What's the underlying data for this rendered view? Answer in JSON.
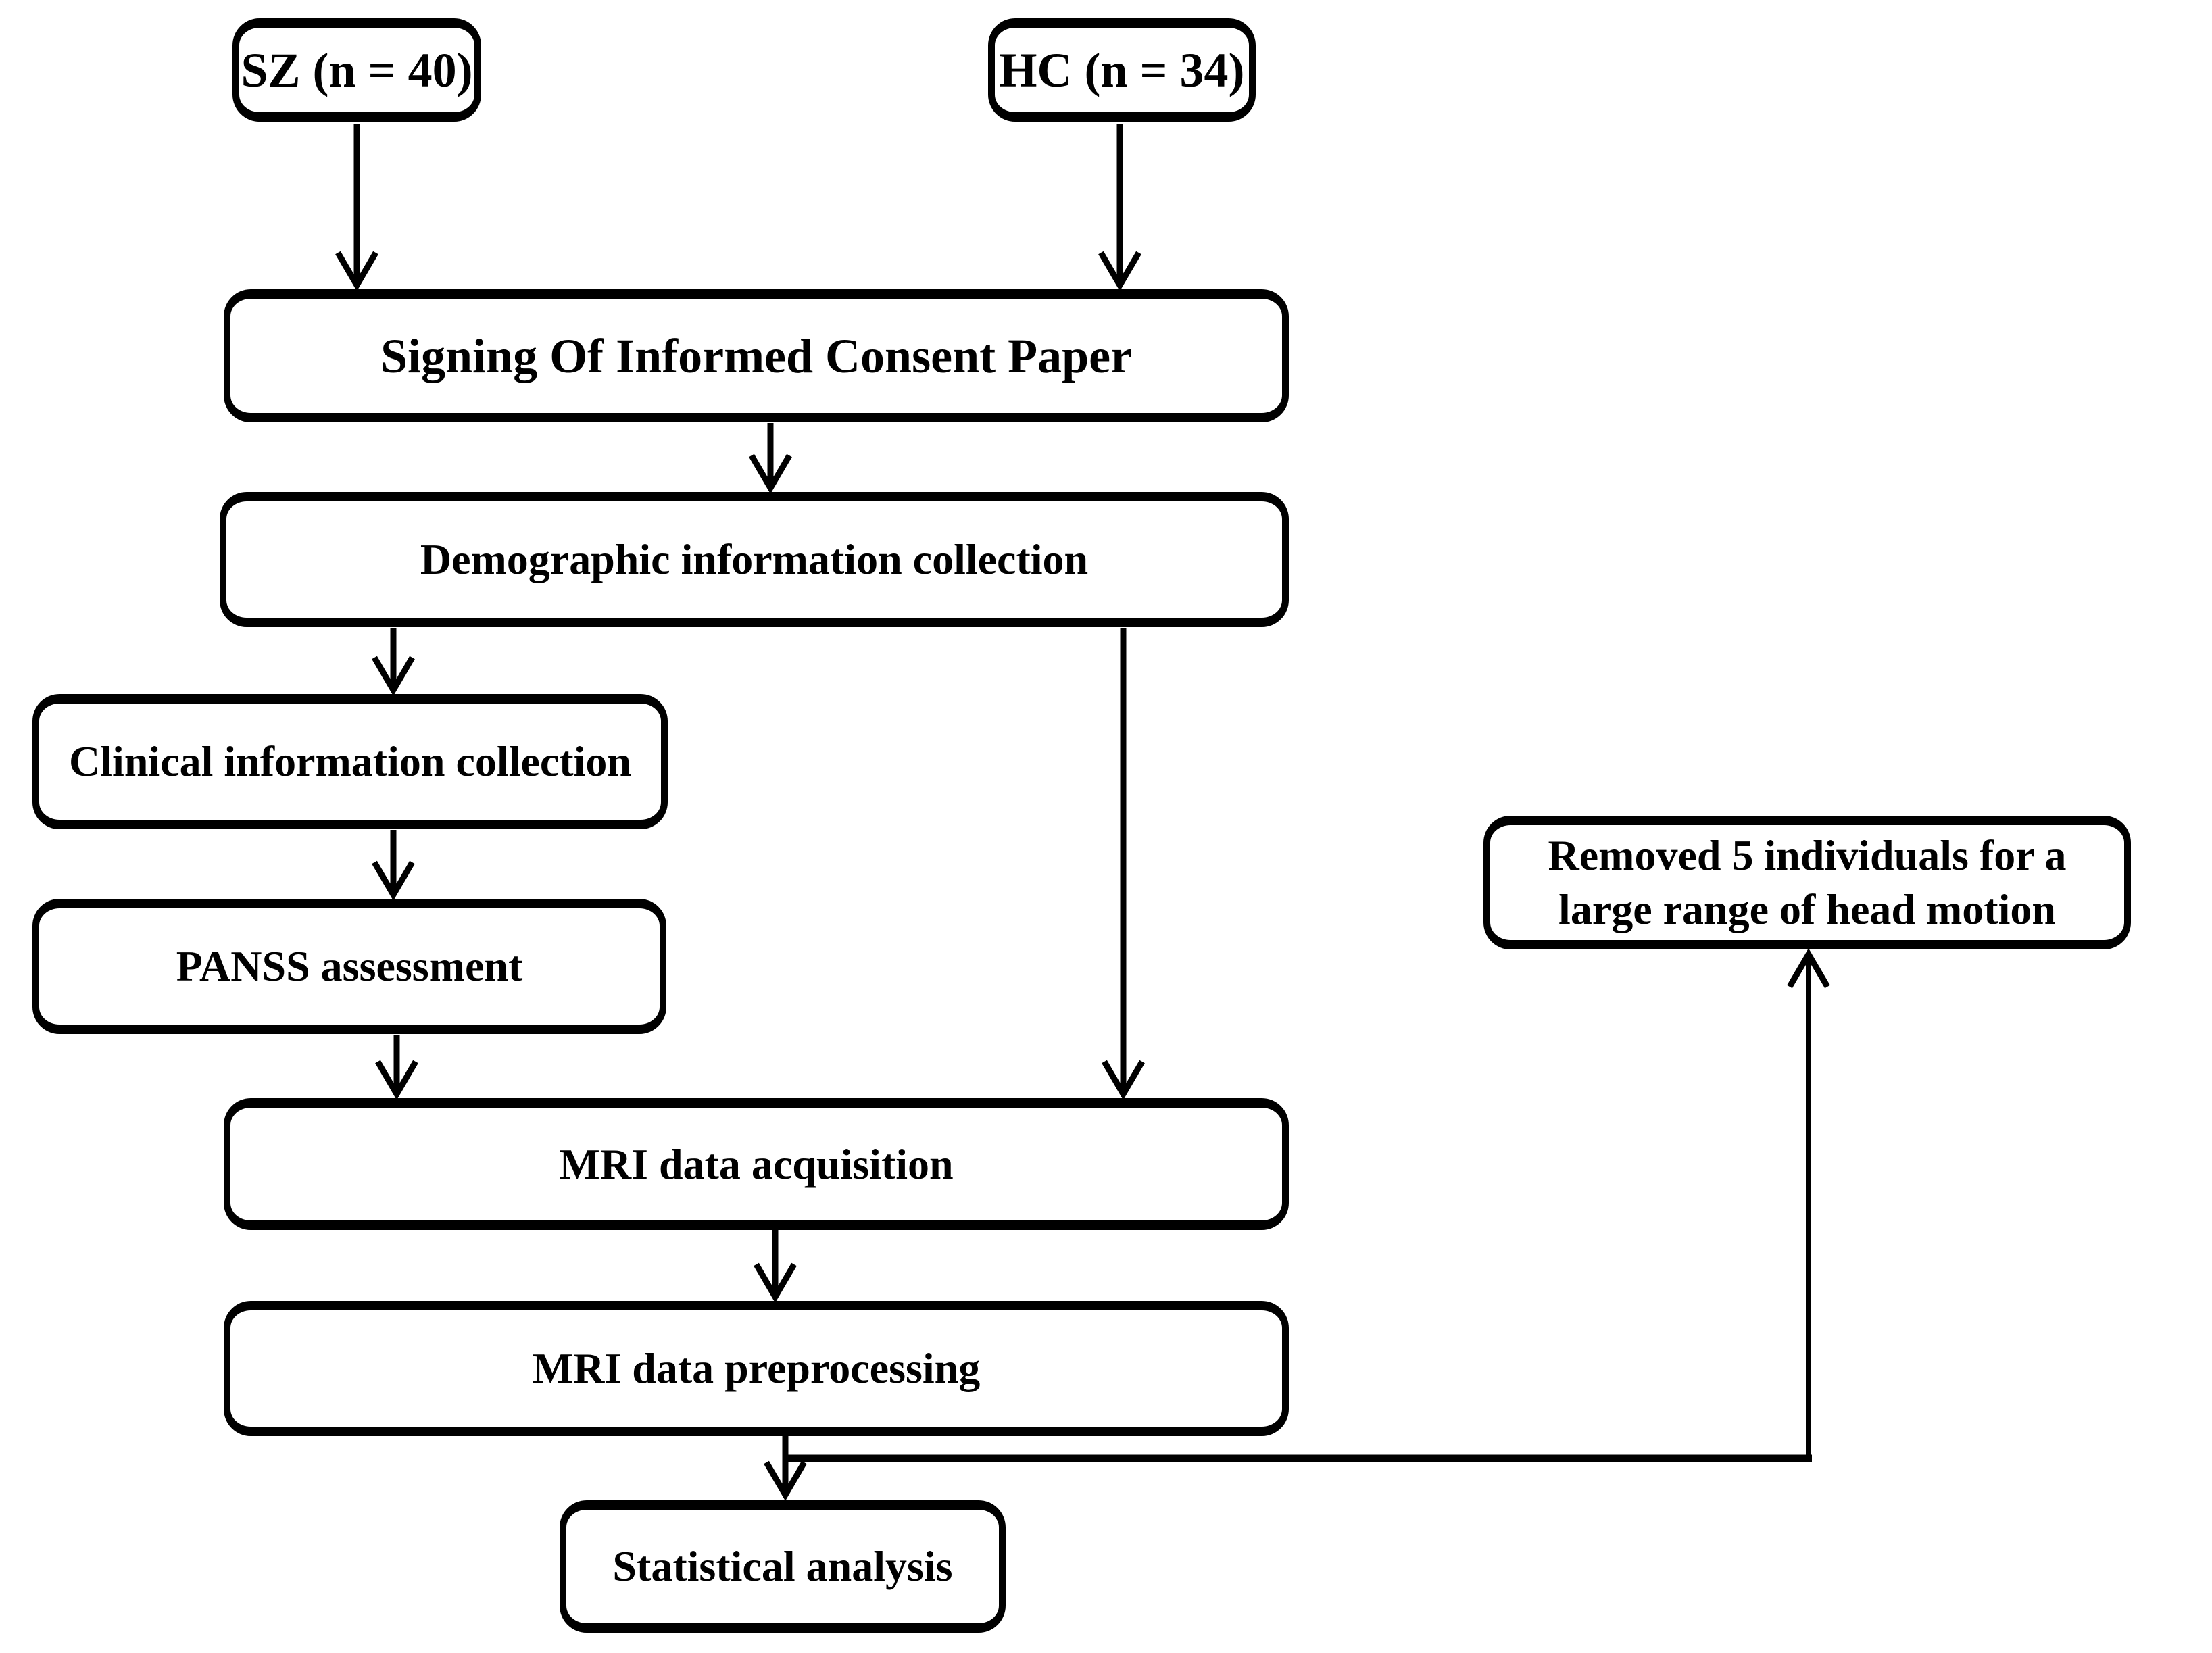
{
  "page": {
    "background": "#ffffff"
  },
  "diagram": {
    "type": "flowchart",
    "colors": {
      "line": "#000000",
      "box_border": "#000000",
      "box_fill": "#ffffff",
      "text": "#000000"
    },
    "nodes": [
      {
        "id": "sz",
        "label": "SZ (n = 40)"
      },
      {
        "id": "hc",
        "label": "HC (n = 34)"
      },
      {
        "id": "consent",
        "label": "Signing Of Informed Consent Paper"
      },
      {
        "id": "demographic",
        "label": "Demographic information collection"
      },
      {
        "id": "clinical",
        "label": "Clinical information collection"
      },
      {
        "id": "panss",
        "label": "PANSS assessment"
      },
      {
        "id": "mri_acquisition",
        "label": "MRI data acquisition"
      },
      {
        "id": "mri_preprocessing",
        "label": "MRI data preprocessing"
      },
      {
        "id": "statistical",
        "label": "Statistical analysis"
      },
      {
        "id": "removed",
        "line1": "Removed 5 individuals for a",
        "line2": "large range of head motion"
      }
    ],
    "edges": [
      {
        "from": "sz",
        "to": "consent"
      },
      {
        "from": "hc",
        "to": "consent"
      },
      {
        "from": "consent",
        "to": "demographic"
      },
      {
        "from": "demographic",
        "to": "clinical"
      },
      {
        "from": "clinical",
        "to": "panss"
      },
      {
        "from": "panss",
        "to": "mri_acquisition"
      },
      {
        "from": "demographic",
        "to": "mri_acquisition"
      },
      {
        "from": "mri_acquisition",
        "to": "mri_preprocessing"
      },
      {
        "from": "mri_preprocessing",
        "to": "statistical"
      },
      {
        "from": "mri_preprocessing",
        "to": "removed"
      }
    ]
  }
}
